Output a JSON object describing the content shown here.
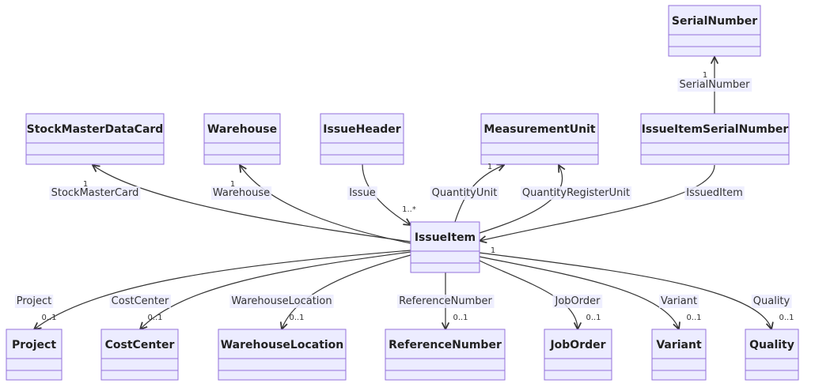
{
  "colors": {
    "box_fill": "#ECECFF",
    "box_stroke": "#9370DB",
    "line": "#333333",
    "label_bg": "#ECECFF"
  },
  "classes": [
    "SerialNumber",
    "StockMasterDataCard",
    "Warehouse",
    "IssueHeader",
    "MeasurementUnit",
    "IssueItemSerialNumber",
    "IssueItem",
    "Project",
    "CostCenter",
    "WarehouseLocation",
    "ReferenceNumber",
    "JobOrder",
    "Variant",
    "Quality"
  ],
  "relations": [
    {
      "from": "IssueItemSerialNumber",
      "to": "SerialNumber",
      "label": "SerialNumber",
      "card_to": "1"
    },
    {
      "from": "IssueItem",
      "to": "StockMasterDataCard",
      "label": "StockMasterCard",
      "card_to": "1"
    },
    {
      "from": "IssueItem",
      "to": "Warehouse",
      "label": "Warehouse",
      "card_to": "1"
    },
    {
      "from": "IssueHeader",
      "to": "IssueItem",
      "label": "Issue",
      "card_to": "1..*"
    },
    {
      "from": "IssueItem",
      "to": "MeasurementUnit",
      "label": "QuantityUnit",
      "card_to": "1"
    },
    {
      "from": "IssueItem",
      "to": "MeasurementUnit",
      "label": "QuantityRegisterUnit"
    },
    {
      "from": "IssueItemSerialNumber",
      "to": "IssueItem",
      "label": "IssuedItem",
      "card_to": "1"
    },
    {
      "from": "IssueItem",
      "to": "Project",
      "label": "Project",
      "card_to": "0..1"
    },
    {
      "from": "IssueItem",
      "to": "CostCenter",
      "label": "CostCenter",
      "card_to": "0..1"
    },
    {
      "from": "IssueItem",
      "to": "WarehouseLocation",
      "label": "WarehouseLocation",
      "card_to": "0..1"
    },
    {
      "from": "IssueItem",
      "to": "ReferenceNumber",
      "label": "ReferenceNumber",
      "card_to": "0..1"
    },
    {
      "from": "IssueItem",
      "to": "JobOrder",
      "label": "JobOrder",
      "card_to": "0..1"
    },
    {
      "from": "IssueItem",
      "to": "Variant",
      "label": "Variant",
      "card_to": "0..1"
    },
    {
      "from": "IssueItem",
      "to": "Quality",
      "label": "Quality",
      "card_to": "0..1"
    }
  ]
}
